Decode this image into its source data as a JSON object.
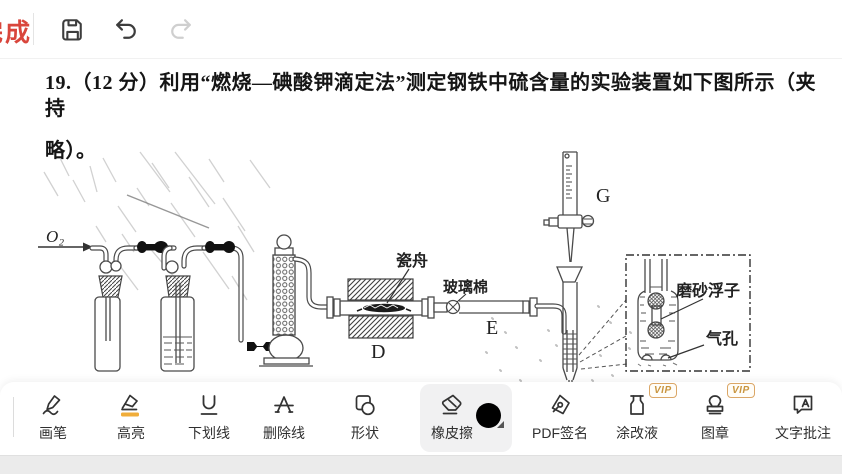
{
  "top_bar": {
    "done_label": "完成"
  },
  "document": {
    "line1": "19.（12 分）利用“燃烧—碘酸钾滴定法”测定钢铁中硫含量的实验装置如下图所示（夹持",
    "line2": "略）。"
  },
  "diagram": {
    "o2_label": "O₂",
    "porcelain_boat_label": "瓷舟",
    "glass_wool_label": "玻璃棉",
    "furnace_label": "D",
    "tube_label": "E",
    "burette_label": "G",
    "float_label": "磨砂浮子",
    "air_hole_label": "气孔"
  },
  "bottom_toolbar": {
    "vip_label": "VIP",
    "tools": [
      {
        "label": "画笔"
      },
      {
        "label": "高亮"
      },
      {
        "label": "下划线"
      },
      {
        "label": "删除线"
      },
      {
        "label": "形状"
      },
      {
        "label": "橡皮擦"
      },
      {
        "label": "PDF签名"
      },
      {
        "label": "涂改液"
      },
      {
        "label": "图章"
      },
      {
        "label": "文字批注"
      }
    ]
  },
  "colors": {
    "accent_red": "#d9463c",
    "highlight_orange": "#f0ad3a",
    "vip_orange": "#dba767",
    "eraser_selected_bg": "#f1f1f2",
    "eraser_dot": "#000000"
  }
}
